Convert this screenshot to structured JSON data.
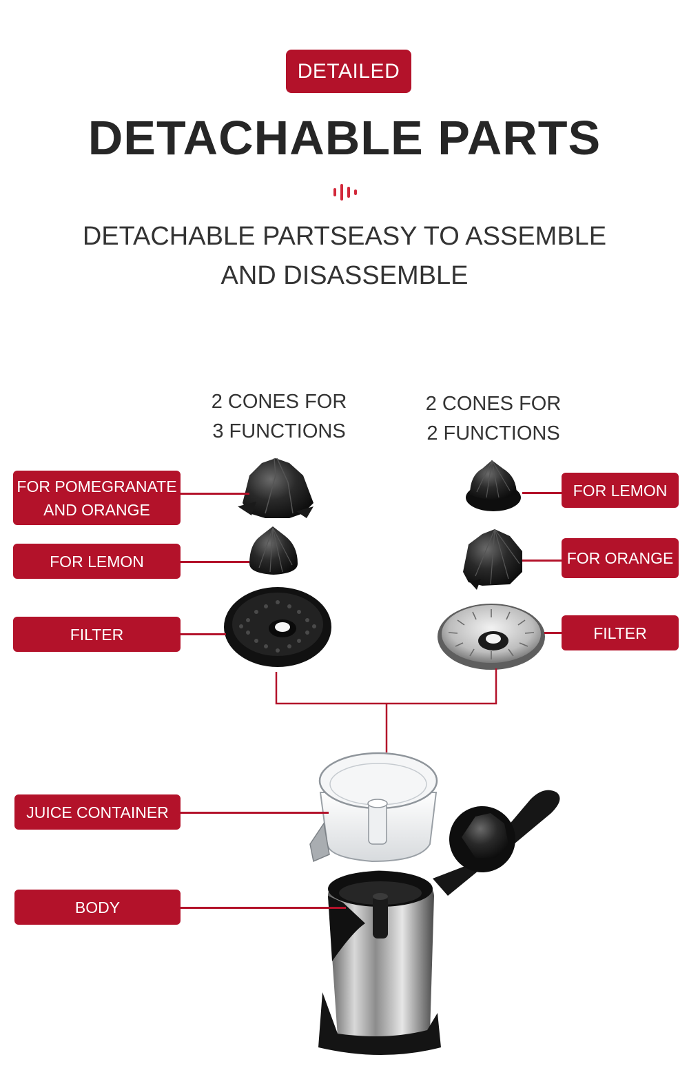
{
  "header": {
    "badge": "DETAILED",
    "title": "DETACHABLE PARTS",
    "subtitle_line1": "DETACHABLE PARTSEASY TO ASSEMBLE",
    "subtitle_line2": "AND DISASSEMBLE"
  },
  "left_group": {
    "title_line1": "2 CONES FOR",
    "title_line2": "3 FUNCTIONS",
    "labels": {
      "pomegranate_line1": "FOR POMEGRANATE",
      "pomegranate_line2": "AND ORANGE",
      "lemon": "FOR LEMON",
      "filter": "FILTER"
    }
  },
  "right_group": {
    "title_line1": "2 CONES FOR",
    "title_line2": "2 FUNCTIONS",
    "labels": {
      "lemon": "FOR LEMON",
      "orange": "FOR ORANGE",
      "filter": "FILTER"
    }
  },
  "bottom": {
    "juice_container": "JUICE CONTAINER",
    "body": "BODY"
  },
  "colors": {
    "accent": "#b3122a",
    "text": "#262626"
  }
}
